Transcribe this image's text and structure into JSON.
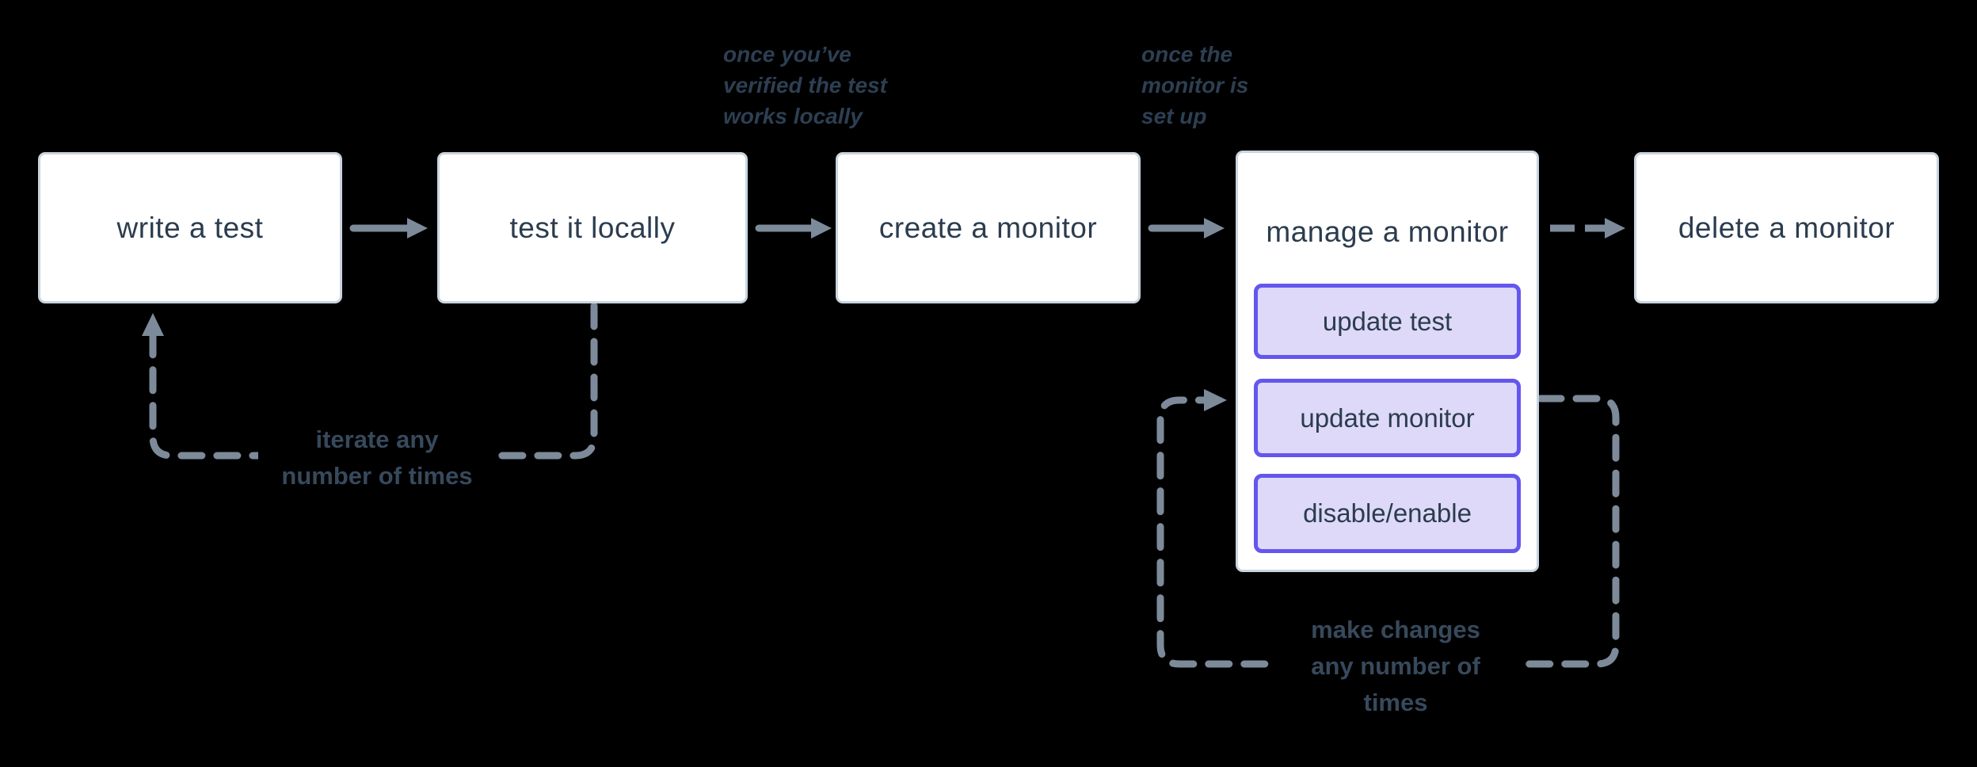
{
  "canvas": {
    "background": "#000000",
    "colors": {
      "node_fill": "#ffffff",
      "node_border": "#c9d4de",
      "node_text": "#2b3c4e",
      "arrow": "#7d8a99",
      "subnode_fill": "#ded9f8",
      "subnode_border": "#6456ee",
      "note_text": "#2d3f52",
      "loop_label_text": "#37495c"
    }
  },
  "flow": {
    "boxes": [
      {
        "id": "write-a-test",
        "label": "write a test"
      },
      {
        "id": "test-it-locally",
        "label": "test it locally"
      },
      {
        "id": "create-a-monitor",
        "label": "create a monitor"
      },
      {
        "id": "manage-a-monitor",
        "label": "manage a monitor",
        "children": [
          {
            "id": "update-test",
            "label": "update test"
          },
          {
            "id": "update-monitor",
            "label": "update monitor"
          },
          {
            "id": "disable-enable",
            "label": "disable/enable"
          }
        ]
      },
      {
        "id": "delete-a-monitor",
        "label": "delete a monitor"
      }
    ],
    "annotations": [
      {
        "id": "verified-note",
        "lines": [
          "once you’ve",
          "verified the test",
          "works locally"
        ]
      },
      {
        "id": "setup-note",
        "lines": [
          "once the",
          "monitor is",
          "set up"
        ]
      }
    ],
    "loop_labels": [
      {
        "id": "iterate-label",
        "lines": [
          "iterate any",
          "number of times"
        ]
      },
      {
        "id": "make-changes-label",
        "lines": [
          "make changes",
          "any number of",
          "times"
        ]
      }
    ]
  }
}
